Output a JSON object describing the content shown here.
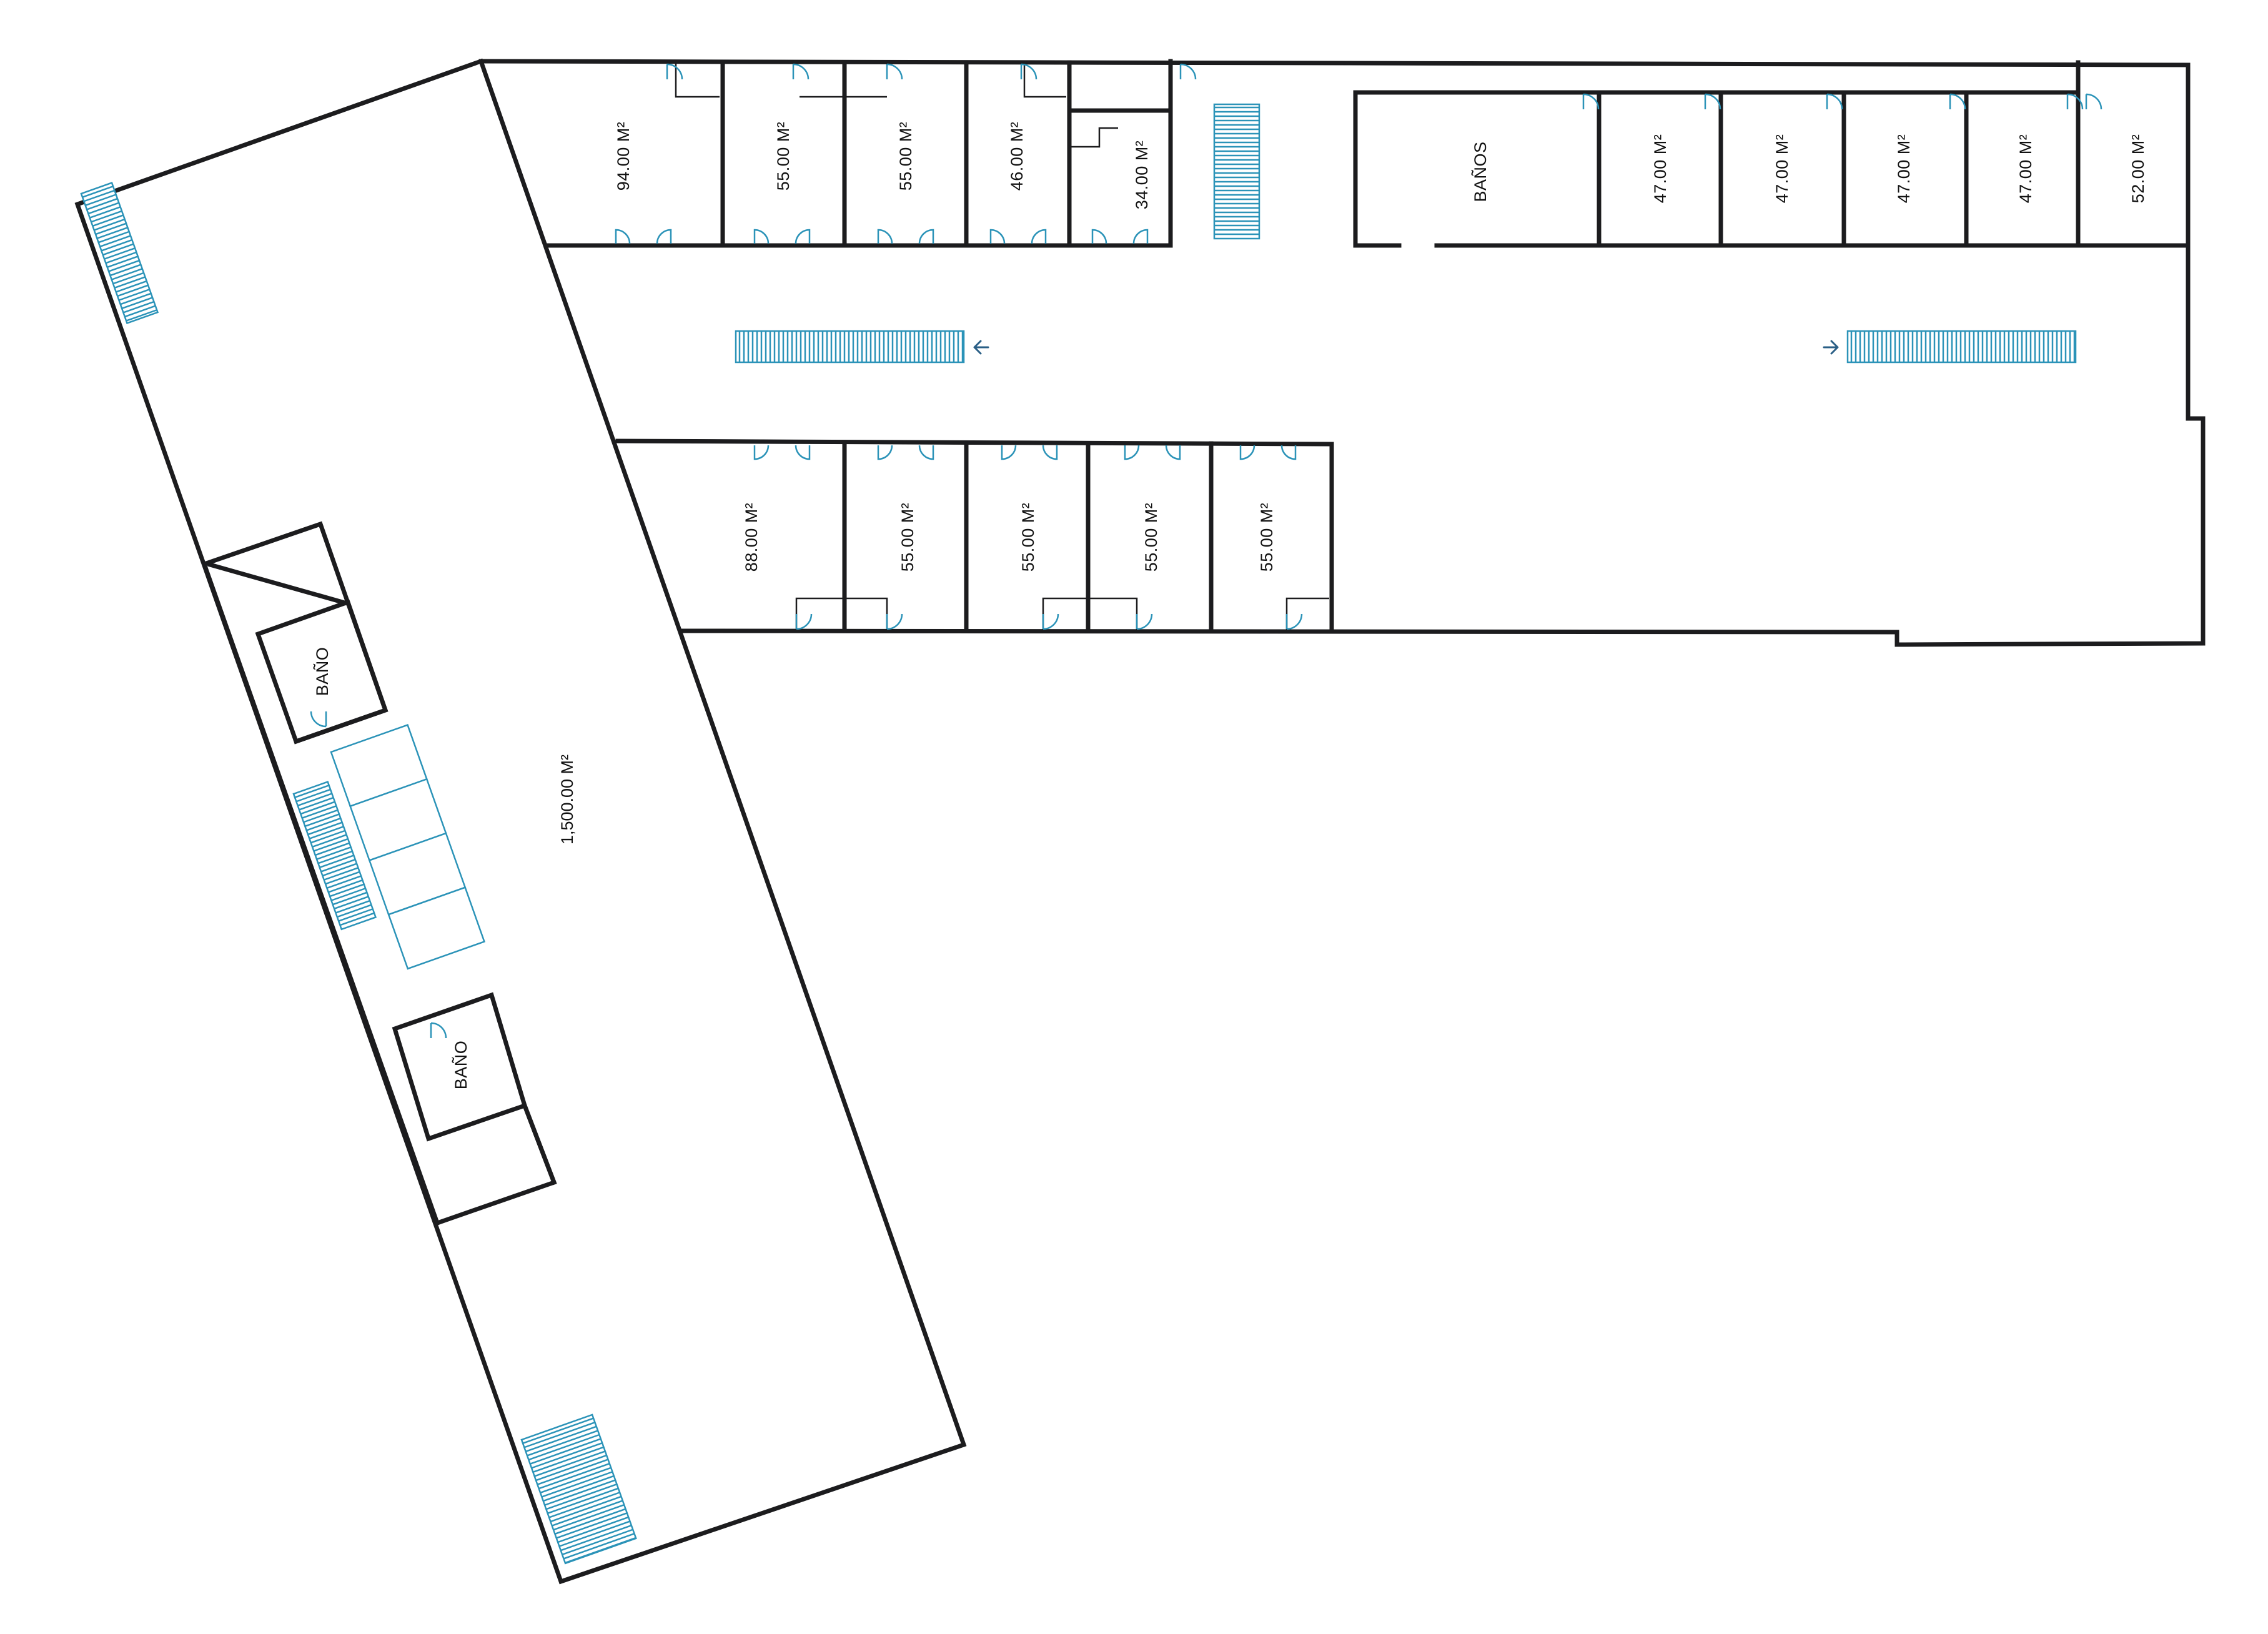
{
  "plan": {
    "main_hall": {
      "area": "1,500.00 M²"
    },
    "baths": {
      "upper": "BAÑO",
      "lower": "BAÑO",
      "block": "BAÑOS"
    },
    "upper_row": [
      {
        "id": "u1",
        "area": "94.00 M²"
      },
      {
        "id": "u2",
        "area": "55.00 M²"
      },
      {
        "id": "u3",
        "area": "55.00 M²"
      },
      {
        "id": "u4",
        "area": "46.00 M²"
      },
      {
        "id": "u5",
        "area": "34.00 M²"
      }
    ],
    "right_row": [
      {
        "id": "r1",
        "area": "47.00 M²"
      },
      {
        "id": "r2",
        "area": "47.00 M²"
      },
      {
        "id": "r3",
        "area": "47.00 M²"
      },
      {
        "id": "r4",
        "area": "47.00 M²"
      },
      {
        "id": "r5",
        "area": "52.00 M²"
      }
    ],
    "lower_row": [
      {
        "id": "l1",
        "area": "88.00 M²"
      },
      {
        "id": "l2",
        "area": "55.00 M²"
      },
      {
        "id": "l3",
        "area": "55.00 M²"
      },
      {
        "id": "l4",
        "area": "55.00 M²"
      },
      {
        "id": "l5",
        "area": "55.00 M²"
      }
    ],
    "escalator_arrows": {
      "left": "left-arrow-icon",
      "right": "right-arrow-icon"
    },
    "colors": {
      "walls": "#1c1c1e",
      "fixtures": "#2b93b8",
      "arrows": "#2a5f86"
    }
  }
}
